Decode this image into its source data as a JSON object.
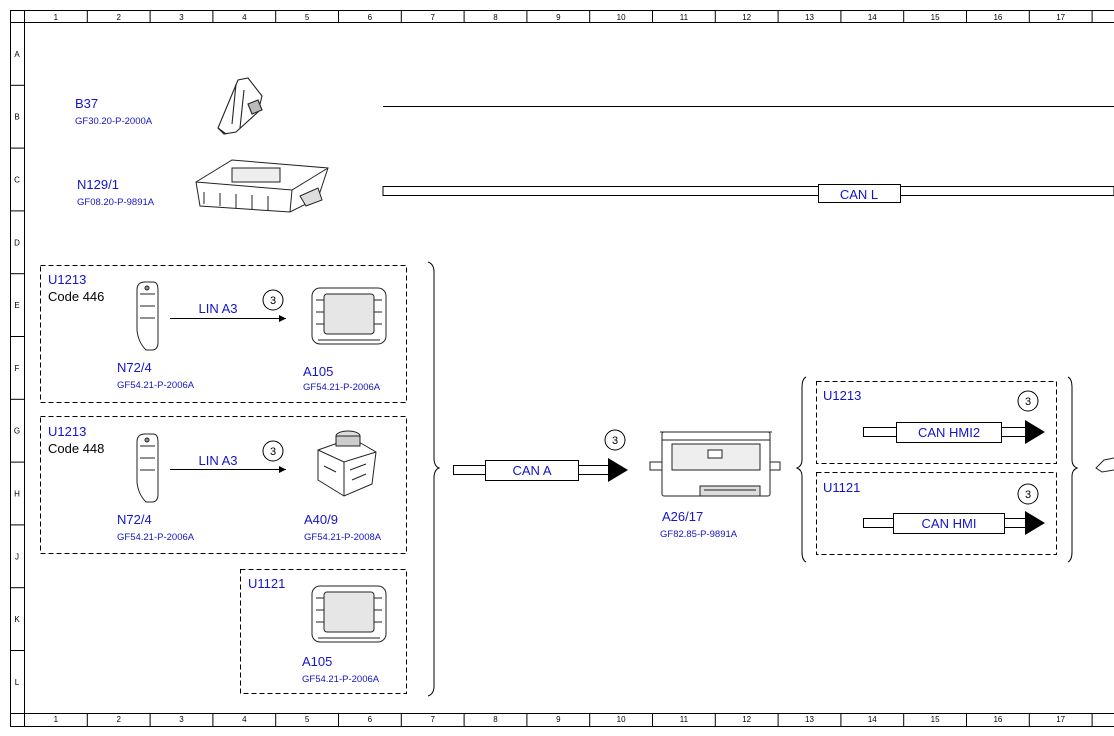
{
  "grid": {
    "columns": [
      "1",
      "2",
      "3",
      "4",
      "5",
      "6",
      "7",
      "8",
      "9",
      "10",
      "11",
      "12",
      "13",
      "14",
      "15",
      "16",
      "17"
    ],
    "rows": [
      "A",
      "B",
      "C",
      "D",
      "E",
      "F",
      "G",
      "H",
      "J",
      "K",
      "L"
    ]
  },
  "components": {
    "b37": {
      "code": "B37",
      "ref": "GF30.20-P-2000A"
    },
    "n129": {
      "code": "N129/1",
      "ref": "GF08.20-P-9891A"
    },
    "group1": {
      "variant": "U1213",
      "code_line": "Code 446",
      "switch": {
        "code": "N72/4",
        "ref": "GF54.21-P-2006A"
      },
      "link": {
        "label": "LIN A3",
        "marker": "3"
      },
      "target": {
        "code": "A105",
        "ref": "GF54.21-P-2006A"
      }
    },
    "group2": {
      "variant": "U1213",
      "code_line": "Code 448",
      "switch": {
        "code": "N72/4",
        "ref": "GF54.21-P-2006A"
      },
      "link": {
        "label": "LIN A3",
        "marker": "3"
      },
      "target": {
        "code": "A40/9",
        "ref": "GF54.21-P-2008A"
      }
    },
    "group3": {
      "variant": "U1121",
      "target": {
        "code": "A105",
        "ref": "GF54.21-P-2006A"
      }
    },
    "a26": {
      "code": "A26/17",
      "ref": "GF82.85-P-9891A"
    },
    "hmi1": {
      "variant": "U1213",
      "bus": "CAN HMI2",
      "marker": "3"
    },
    "hmi2": {
      "variant": "U1121",
      "bus": "CAN HMI",
      "marker": "3"
    }
  },
  "buses": {
    "can_l": "CAN L",
    "can_a": "CAN A",
    "can_a_marker": "3"
  },
  "colors": {
    "label_blue": "#1414c8",
    "line": "#000000"
  }
}
